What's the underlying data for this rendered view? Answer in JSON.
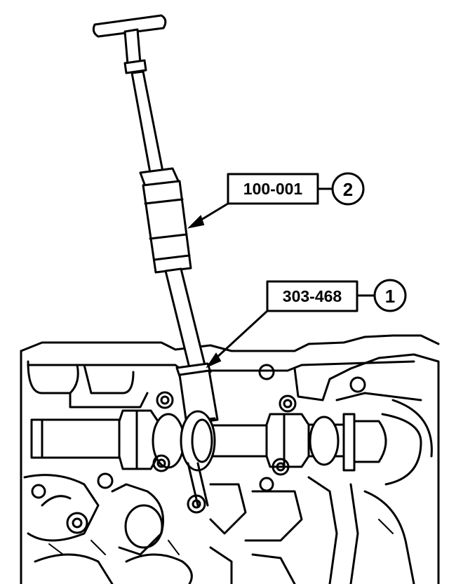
{
  "callouts": [
    {
      "part_number": "100-001",
      "item": "2"
    },
    {
      "part_number": "303-468",
      "item": "1"
    }
  ],
  "colors": {
    "ink": "#000000",
    "paper": "#ffffff"
  }
}
